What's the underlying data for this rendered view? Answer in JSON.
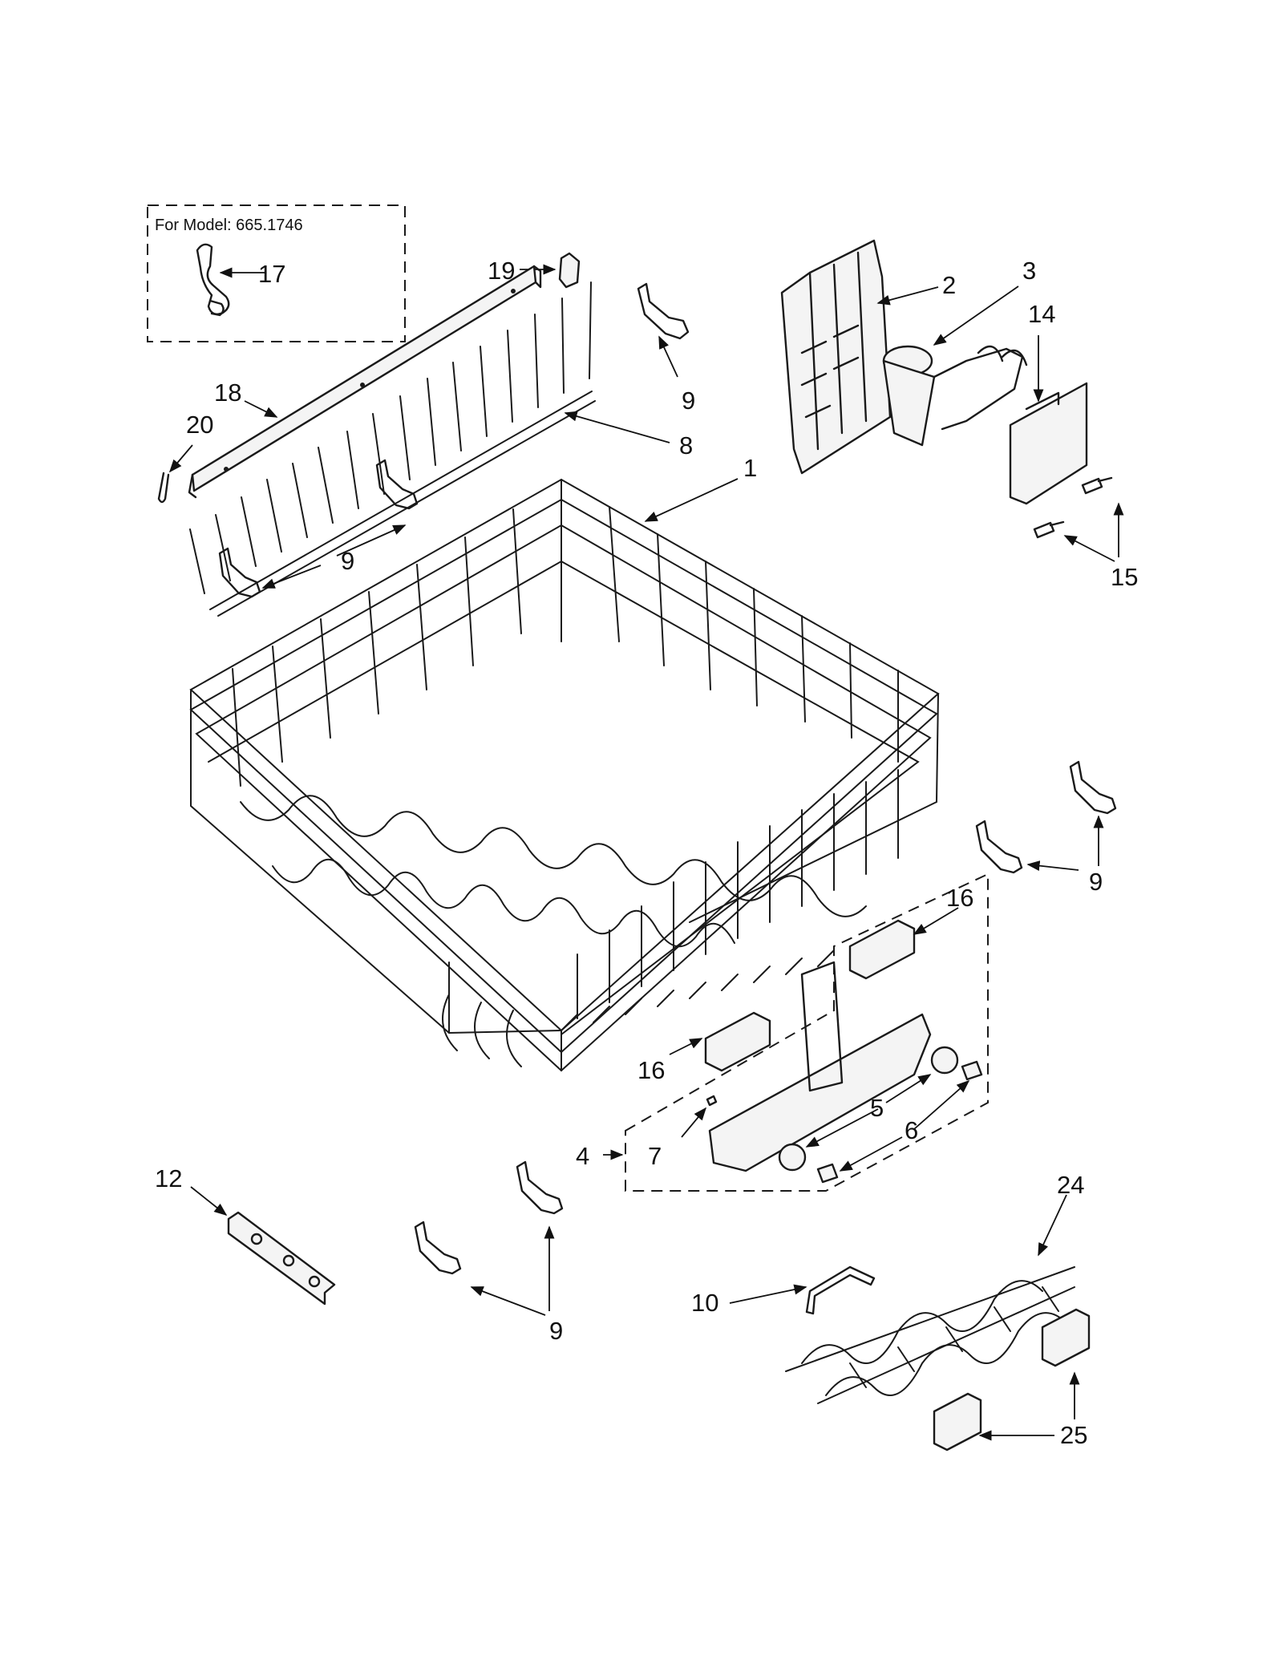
{
  "model_box": {
    "text": "For Model: 665.1746"
  },
  "callouts": {
    "c1": "1",
    "c2": "2",
    "c3": "3",
    "c4": "4",
    "c5": "5",
    "c6": "6",
    "c7": "7",
    "c8": "8",
    "c9a": "9",
    "c9b": "9",
    "c9c": "9",
    "c9d": "9",
    "c10": "10",
    "c12": "12",
    "c14": "14",
    "c15": "15",
    "c16a": "16",
    "c16b": "16",
    "c17": "17",
    "c18": "18",
    "c19": "19",
    "c20": "20",
    "c24": "24",
    "c25": "25"
  }
}
